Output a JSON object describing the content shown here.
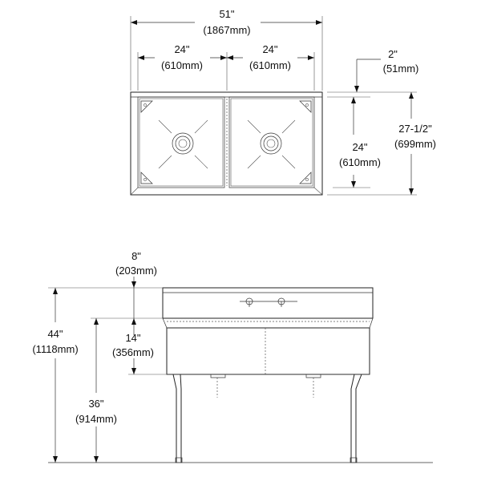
{
  "plan_view": {
    "overall_width": {
      "imperial": "51\"",
      "metric": "(1867mm)"
    },
    "left_bowl_width": {
      "imperial": "24\"",
      "metric": "(610mm)"
    },
    "right_bowl_width": {
      "imperial": "24\"",
      "metric": "(610mm)"
    },
    "backsplash_depth": {
      "imperial": "2\"",
      "metric": "(51mm)"
    },
    "bowl_depth": {
      "imperial": "24\"",
      "metric": "(610mm)"
    },
    "overall_depth": {
      "imperial": "27-1/2\"",
      "metric": "(699mm)"
    }
  },
  "front_view": {
    "backsplash_height": {
      "imperial": "8\"",
      "metric": "(203mm)"
    },
    "bowl_height": {
      "imperial": "14\"",
      "metric": "(356mm)"
    },
    "overall_height": {
      "imperial": "44\"",
      "metric": "(1118mm)"
    },
    "rim_height": {
      "imperial": "36\"",
      "metric": "(914mm)"
    }
  }
}
